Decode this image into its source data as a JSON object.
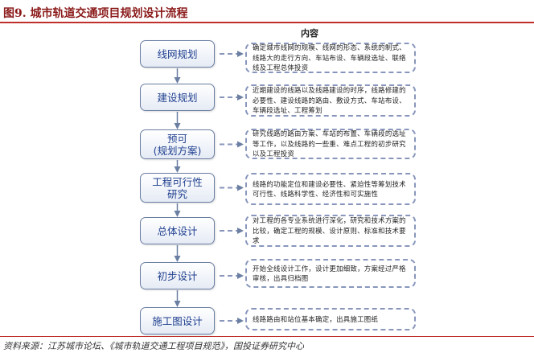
{
  "figure": {
    "title": "图9. 城市轨道交通项目规划设计流程",
    "column_header": "内容",
    "source": "资料来源：江苏城市论坛、《城市轨道交通工程项目规范》，国投证券研究中心"
  },
  "steps": [
    {
      "label": "线网规划",
      "description": "确定城市线网的规模、线网的形态、系统的制式、线路大的走行方向、车站布设、车辆段选址、联络线及工程总体投资"
    },
    {
      "label": "建设规划",
      "description": "近期建设的线路以及线路建设的时序，线路修建的必要性、建设线路的路由、敷设方式、车站布设、车辆段选址、工程筹划"
    },
    {
      "label": "预可\n(规划方案)",
      "description": "研究线路的路由方案、车站的布置、车辆段的选址等工作，以及线路的一些重、难点工程的初步研究以及工程投资"
    },
    {
      "label": "工程可行性\n研究",
      "description": "线路的功能定位和建设必要性、紧迫性等筹划技术可行性、线路科学性、经济性和可实施性"
    },
    {
      "label": "总体设计",
      "description": "对工程的各专业系统进行深化，研究和技术方案的比较，确定工程的规模、设计原则、标准和技术要求"
    },
    {
      "label": "初步设计",
      "description": "开始全线设计工作，设计更加细致，方案经过严格审核，出具归档图"
    },
    {
      "label": "施工图设计",
      "description": "线路路由和站位基本确定，出具施工图纸"
    }
  ],
  "colors": {
    "title": "#8b1a1a",
    "rule": "#c0302a",
    "box_border": "#6b7fa3",
    "box_text": "#1f3f8f",
    "dashed": "#8896bc",
    "arrow": "#6b7fa3"
  }
}
